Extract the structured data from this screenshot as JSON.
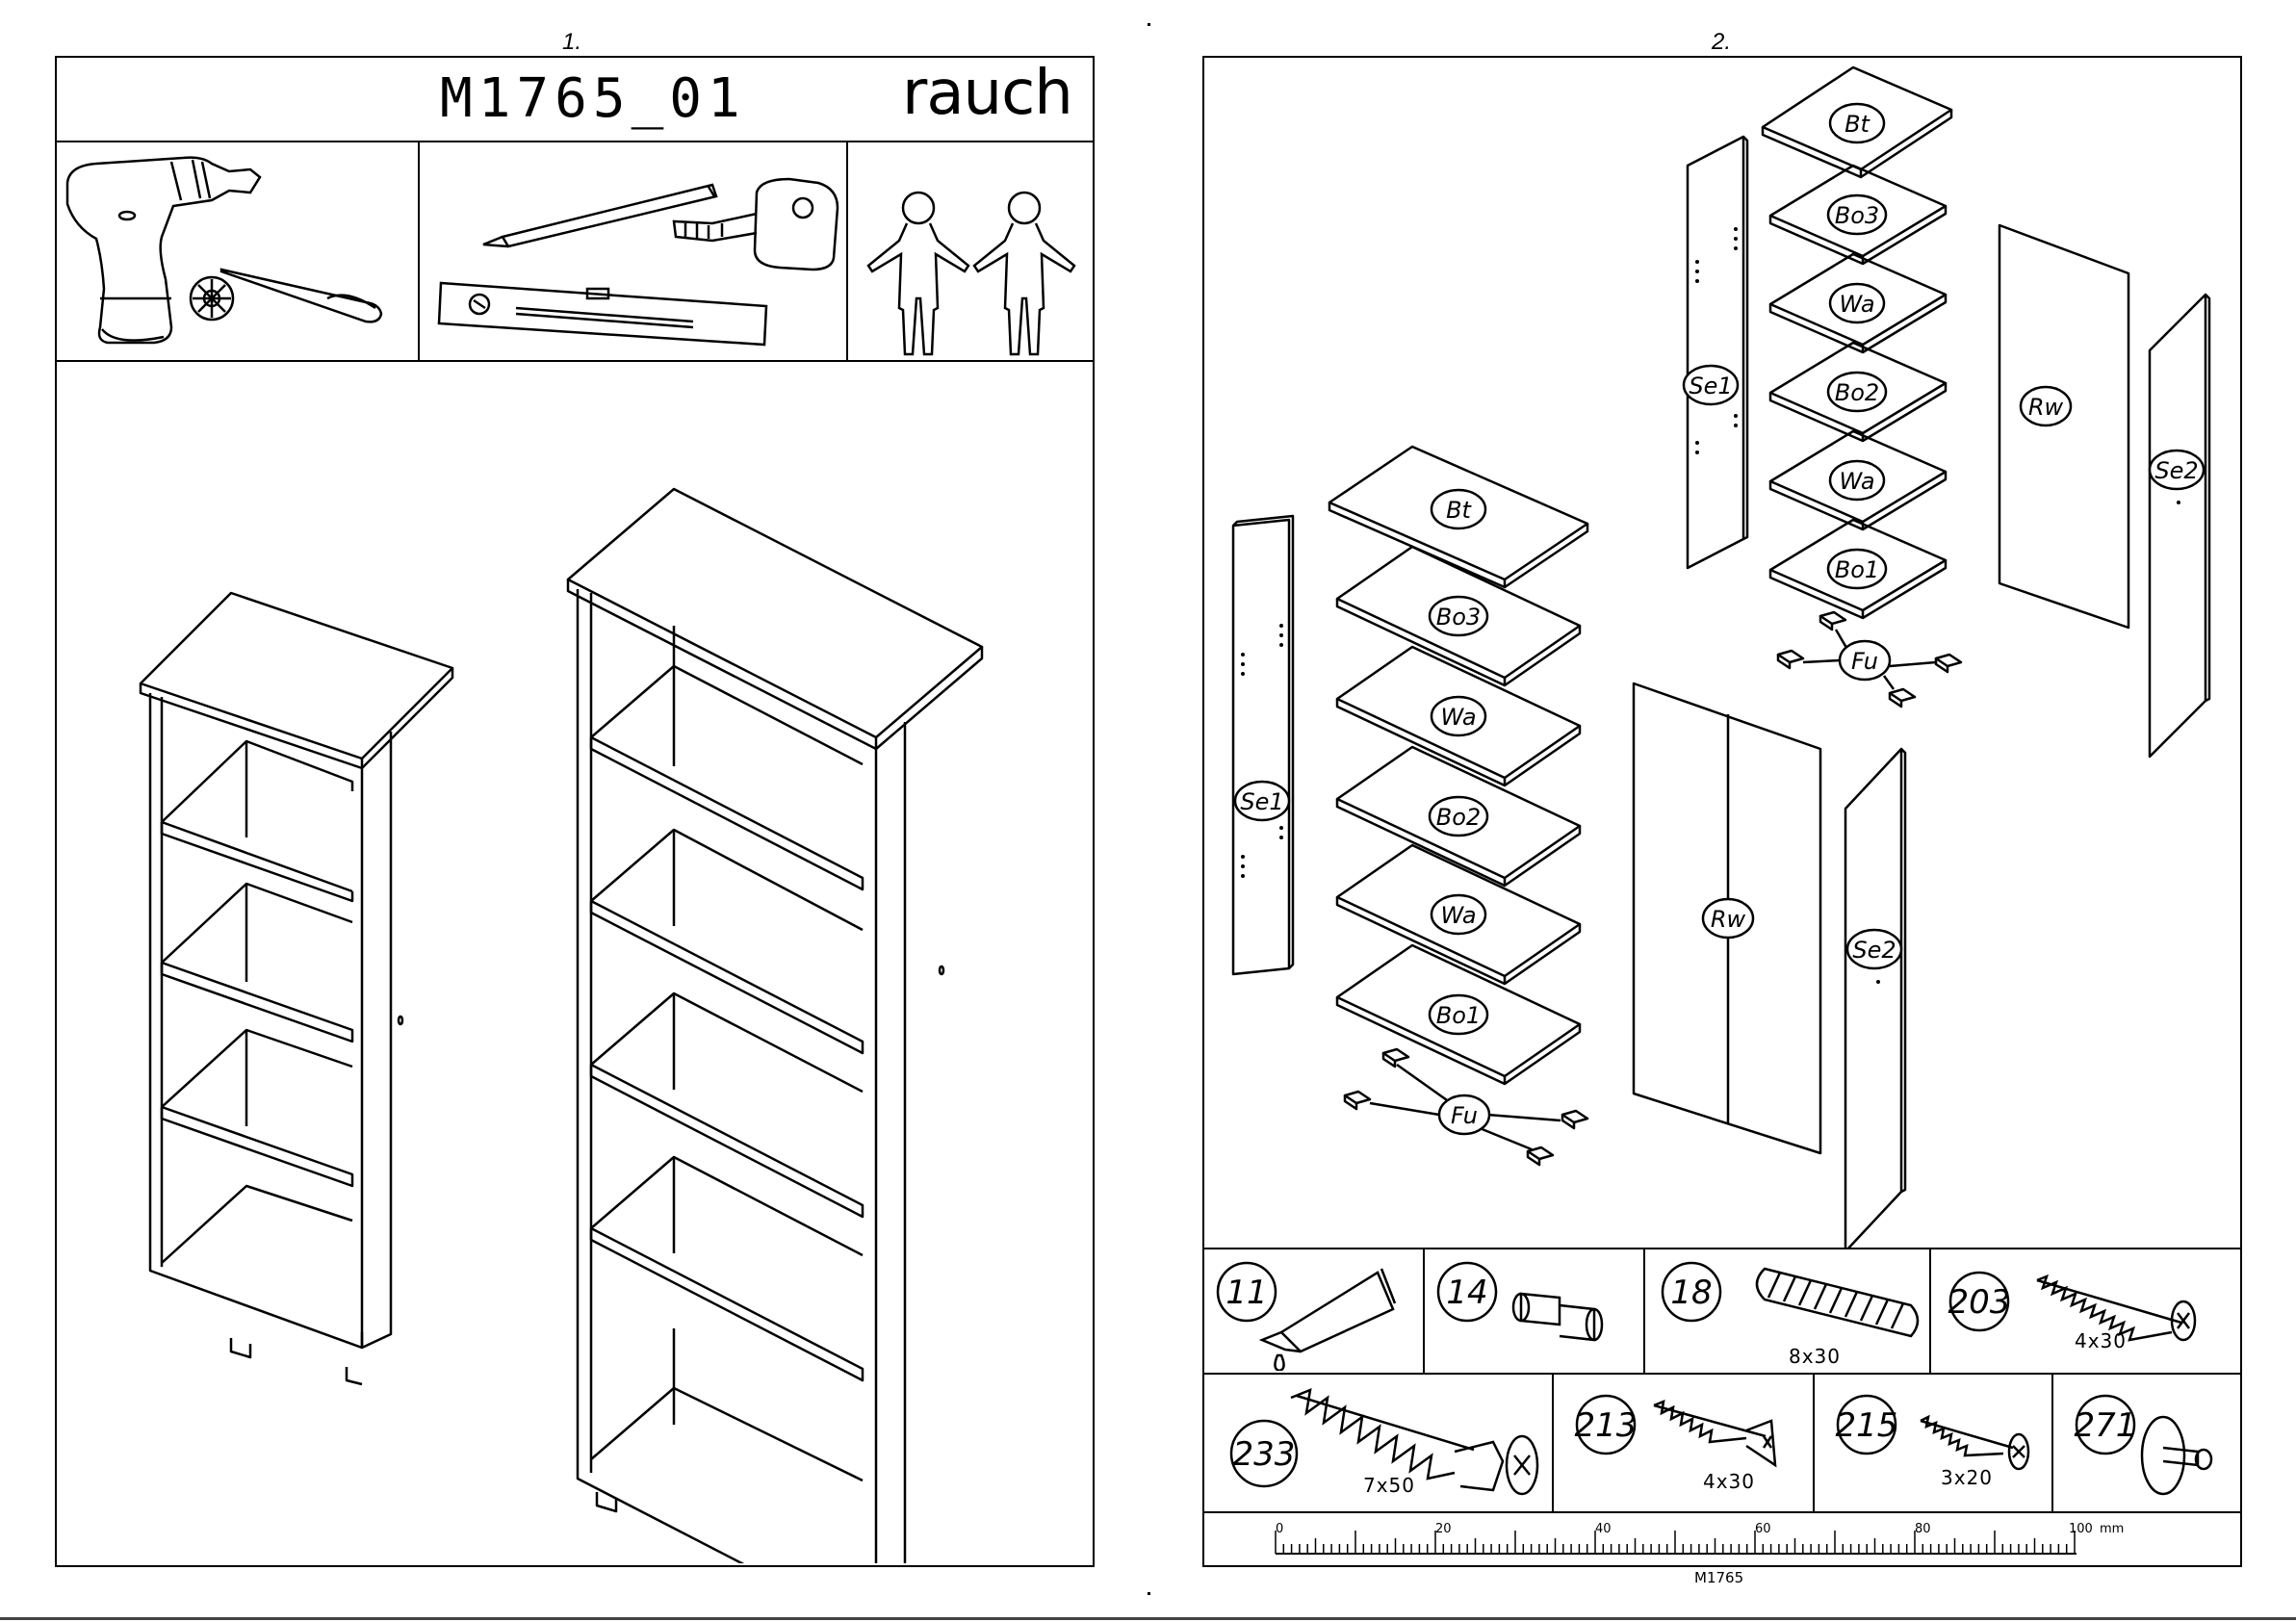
{
  "pages": [
    {
      "number": "1."
    },
    {
      "number": "2."
    }
  ],
  "header": {
    "model_code": "M1765_01",
    "brand": "rauch"
  },
  "parts": {
    "top": "Bt",
    "shelf_3": "Bo3",
    "shelf_2": "Bo2",
    "shelf_1": "Bo1",
    "panel": "Wa",
    "side_left": "Se1",
    "side_right": "Se2",
    "back_wall": "Rw",
    "feet": "Fu"
  },
  "hardware": [
    {
      "id": "11",
      "size": "",
      "icon": "glue-tube-icon"
    },
    {
      "id": "14",
      "size": "",
      "icon": "connector-pin-icon"
    },
    {
      "id": "18",
      "size": "8x30",
      "icon": "wood-dowel-icon"
    },
    {
      "id": "203",
      "size": "4x30",
      "icon": "screw-icon"
    },
    {
      "id": "233",
      "size": "7x50",
      "icon": "coarse-screw-icon"
    },
    {
      "id": "213",
      "size": "4x30",
      "icon": "countersunk-screw-icon"
    },
    {
      "id": "215",
      "size": "3x20",
      "icon": "small-screw-icon"
    },
    {
      "id": "271",
      "size": "",
      "icon": "shelf-pin-icon"
    }
  ],
  "ruler": {
    "ticks": [
      "0",
      "20",
      "40",
      "60",
      "80",
      "100"
    ],
    "unit": "mm",
    "code": "M1765"
  }
}
